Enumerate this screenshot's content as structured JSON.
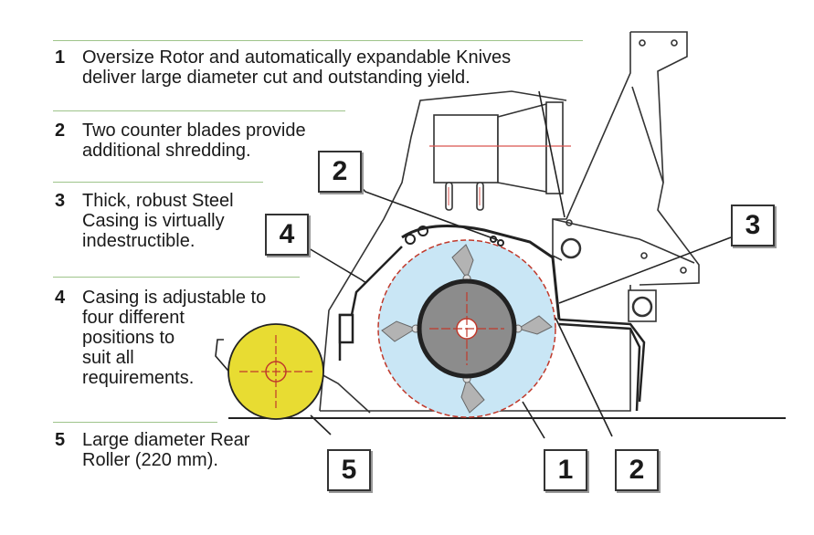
{
  "features": [
    {
      "number": "1",
      "lines": [
        "Oversize Rotor and automatically expandable Knives",
        "deliver large diameter cut and outstanding yield."
      ]
    },
    {
      "number": "2",
      "lines": [
        "Two counter blades provide",
        "additional shredding."
      ]
    },
    {
      "number": "3",
      "lines": [
        "Thick, robust Steel",
        "Casing is virtually",
        "indestructible."
      ]
    },
    {
      "number": "4",
      "lines": [
        "Casing is adjustable to",
        "four different",
        "positions to",
        "suit all",
        "requirements."
      ]
    },
    {
      "number": "5",
      "lines": [
        "Large diameter Rear",
        "Roller (220 mm)."
      ]
    }
  ],
  "callouts": [
    "2",
    "4",
    "3",
    "5",
    "1",
    "2"
  ],
  "colors": {
    "separator": "#9ec48a",
    "rotor_fill": "#c9e6f5",
    "rotor_circle": "#c0392b",
    "hub_fill": "#8c8c8c",
    "roller_fill": "#e8dc32",
    "knife_fill": "#b3b3b3",
    "outline": "#222222"
  }
}
